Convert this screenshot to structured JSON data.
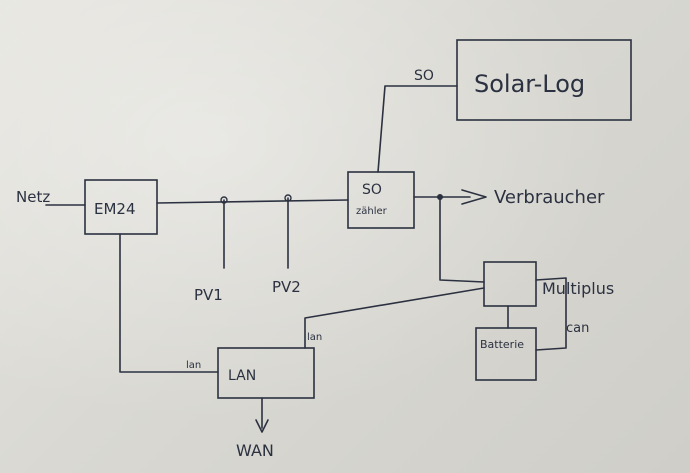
{
  "nodes": {
    "netz": "Netz",
    "em24": "EM24",
    "solarlog": "Solar-Log",
    "s0_box_top": "SO",
    "s0_box_bottom": "zähler",
    "verbraucher": "Verbraucher",
    "pv1": "PV1",
    "pv2": "PV2",
    "multiplus": "Multiplus",
    "batterie": "Batterie",
    "lan": "LAN",
    "wan": "WAN"
  },
  "edge_labels": {
    "s0": "SO",
    "lan_left": "lan",
    "lan_right": "lan",
    "can": "can"
  },
  "colors": {
    "ink": "#2b3140",
    "paper": "#dcdcd6"
  }
}
